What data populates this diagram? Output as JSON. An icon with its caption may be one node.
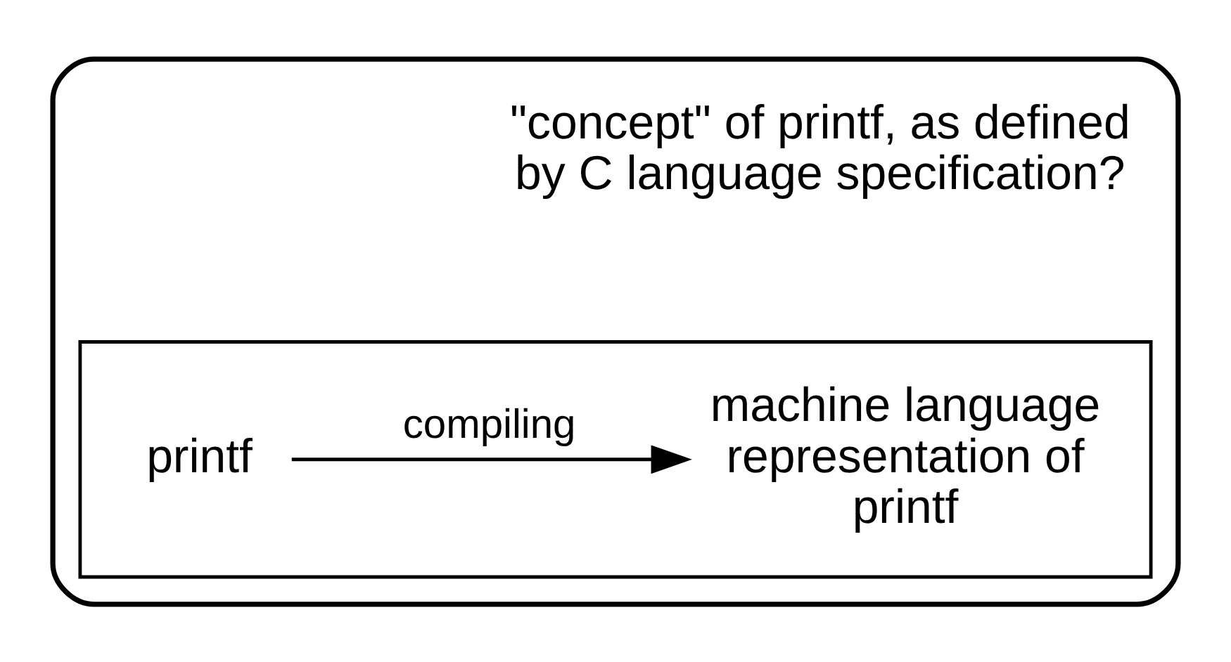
{
  "diagram": {
    "nodes": [
      {
        "text": [],
        "shape": "ellipse"
      },
      {
        "text": [
          "\"concept\" of printf, as defined by C language specification?"
        ],
        "in": 0
      },
      {
        "text": [],
        "shape": "box",
        "in": 0
      },
      {
        "text": [
          "machine language representation of printf"
        ],
        "in": 2
      },
      {
        "text": [
          "printf"
        ],
        "in": 2
      }
    ],
    "edges": [
      {
        "from": 4,
        "to": 3,
        "arrow": "to",
        "label": "compiling"
      }
    ]
  }
}
